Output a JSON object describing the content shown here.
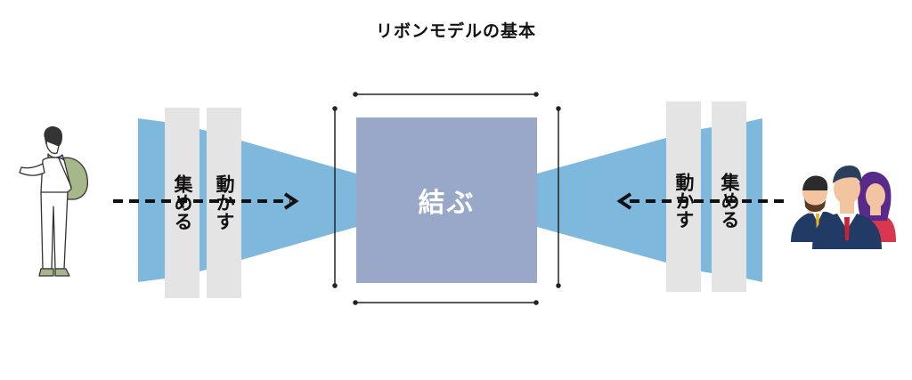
{
  "title": "リボンモデルの基本",
  "left_panels": [
    {
      "text": "集める"
    },
    {
      "text": "動かす"
    }
  ],
  "right_panels": [
    {
      "text": "動かす"
    },
    {
      "text": "集める"
    }
  ],
  "center": {
    "text": "結ぶ"
  },
  "colors": {
    "ribbon": "#7fb8dd",
    "panel": "#e4e4e4",
    "center": "#99a7c8",
    "text": "#111111"
  },
  "icons": {
    "left": "person-with-backpack-icon",
    "right": "business-group-icon"
  }
}
